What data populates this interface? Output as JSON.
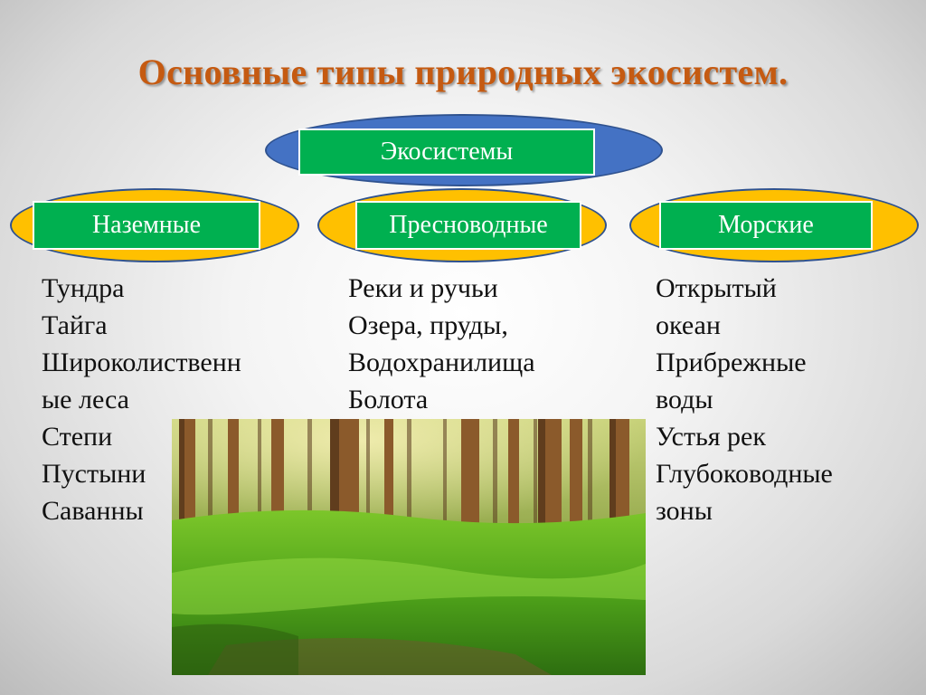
{
  "title": "Основные типы природных экосистем.",
  "root": {
    "label": "Экосистемы"
  },
  "categories": [
    {
      "label": "Наземные",
      "items": [
        "Тундра",
        "Тайга",
        "Широколиственн",
        "ые леса",
        "Степи",
        "Пустыни",
        "Саванны"
      ]
    },
    {
      "label": "Пресноводные",
      "items": [
        "Реки и ручьи",
        "Озера, пруды,",
        "Водохранилища",
        "Болота"
      ]
    },
    {
      "label": "Морские",
      "items": [
        "Открытый",
        "океан",
        "Прибрежные",
        "воды",
        "Устья рек",
        "Глубоководные",
        "зоны"
      ]
    }
  ],
  "colors": {
    "title": "#c55a11",
    "root_ellipse": "#4472c4",
    "category_ellipse": "#ffc000",
    "label_box": "#00b050",
    "ellipse_border": "#2f528f"
  },
  "image": {
    "subject": "forest-photo"
  }
}
